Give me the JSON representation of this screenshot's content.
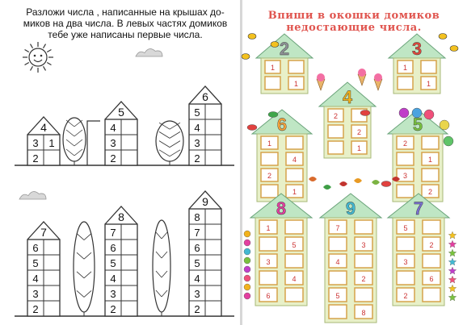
{
  "left": {
    "instruction_lines": [
      "Разложи числа , написанные на крышах до-",
      "миков на два числа. В левых частях домиков",
      "тебе уже написаны первые числа."
    ],
    "top_houses": [
      {
        "roof": "4",
        "rows": [
          [
            "3",
            "1"
          ],
          [
            "2",
            ""
          ]
        ]
      },
      {
        "roof": "5",
        "rows": [
          [
            "4",
            ""
          ],
          [
            "3",
            ""
          ],
          [
            "2",
            ""
          ]
        ]
      },
      {
        "roof": "6",
        "rows": [
          [
            "5",
            ""
          ],
          [
            "4",
            ""
          ],
          [
            "3",
            ""
          ],
          [
            "2",
            ""
          ]
        ]
      }
    ],
    "bottom_houses": [
      {
        "roof": "7",
        "rows": [
          [
            "6",
            ""
          ],
          [
            "5",
            ""
          ],
          [
            "4",
            ""
          ],
          [
            "3",
            ""
          ],
          [
            "2",
            ""
          ]
        ]
      },
      {
        "roof": "8",
        "rows": [
          [
            "7",
            ""
          ],
          [
            "6",
            ""
          ],
          [
            "5",
            ""
          ],
          [
            "4",
            ""
          ],
          [
            "3",
            ""
          ],
          [
            "2",
            ""
          ]
        ]
      },
      {
        "roof": "9",
        "rows": [
          [
            "8",
            ""
          ],
          [
            "7",
            ""
          ],
          [
            "6",
            ""
          ],
          [
            "5",
            ""
          ],
          [
            "4",
            ""
          ],
          [
            "3",
            ""
          ],
          [
            "2",
            ""
          ]
        ]
      }
    ]
  },
  "right": {
    "instruction_lines": [
      "Впиши в окошки домиков",
      "недостающие числа."
    ],
    "houses": [
      {
        "roof": "2",
        "roof_color": "#8e9196",
        "rows": [
          [
            "1",
            ""
          ],
          [
            "",
            "1"
          ]
        ]
      },
      {
        "roof": "3",
        "roof_color": "#e0473c",
        "rows": [
          [
            "1",
            ""
          ],
          [
            "",
            "1"
          ]
        ]
      },
      {
        "roof": "4",
        "roof_color": "#f2b21c",
        "rows": [
          [
            "2",
            ""
          ],
          [
            "",
            "2"
          ],
          [
            "",
            "1"
          ]
        ]
      },
      {
        "roof": "6",
        "roof_color": "#f4a23a",
        "rows": [
          [
            "1",
            ""
          ],
          [
            "",
            "4"
          ],
          [
            "2",
            ""
          ],
          [
            "",
            "1"
          ]
        ]
      },
      {
        "roof": "5",
        "roof_color": "#79c23f",
        "rows": [
          [
            "2",
            ""
          ],
          [
            "",
            "1"
          ],
          [
            "3",
            ""
          ],
          [
            "",
            "2"
          ]
        ]
      },
      {
        "roof": "8",
        "roof_color": "#e33fa0",
        "rows": [
          [
            "1",
            ""
          ],
          [
            "",
            "5"
          ],
          [
            "3",
            ""
          ],
          [
            "",
            "4"
          ],
          [
            "6",
            ""
          ]
        ]
      },
      {
        "roof": "9",
        "roof_color": "#43b8d2",
        "rows": [
          [
            "7",
            ""
          ],
          [
            "",
            "3"
          ],
          [
            "4",
            ""
          ],
          [
            "",
            "2"
          ],
          [
            "5",
            ""
          ],
          [
            "",
            "8"
          ]
        ]
      },
      {
        "roof": "7",
        "roof_color": "#7a6fcf",
        "rows": [
          [
            "5",
            ""
          ],
          [
            "",
            "2"
          ],
          [
            "3",
            ""
          ],
          [
            "",
            "6"
          ],
          [
            "2",
            ""
          ]
        ]
      }
    ]
  },
  "colors": {
    "house_fill": "#e8f0c8",
    "roof_fill": "#bfe6c4",
    "window": "#f7d37a",
    "outline": "#333333"
  }
}
